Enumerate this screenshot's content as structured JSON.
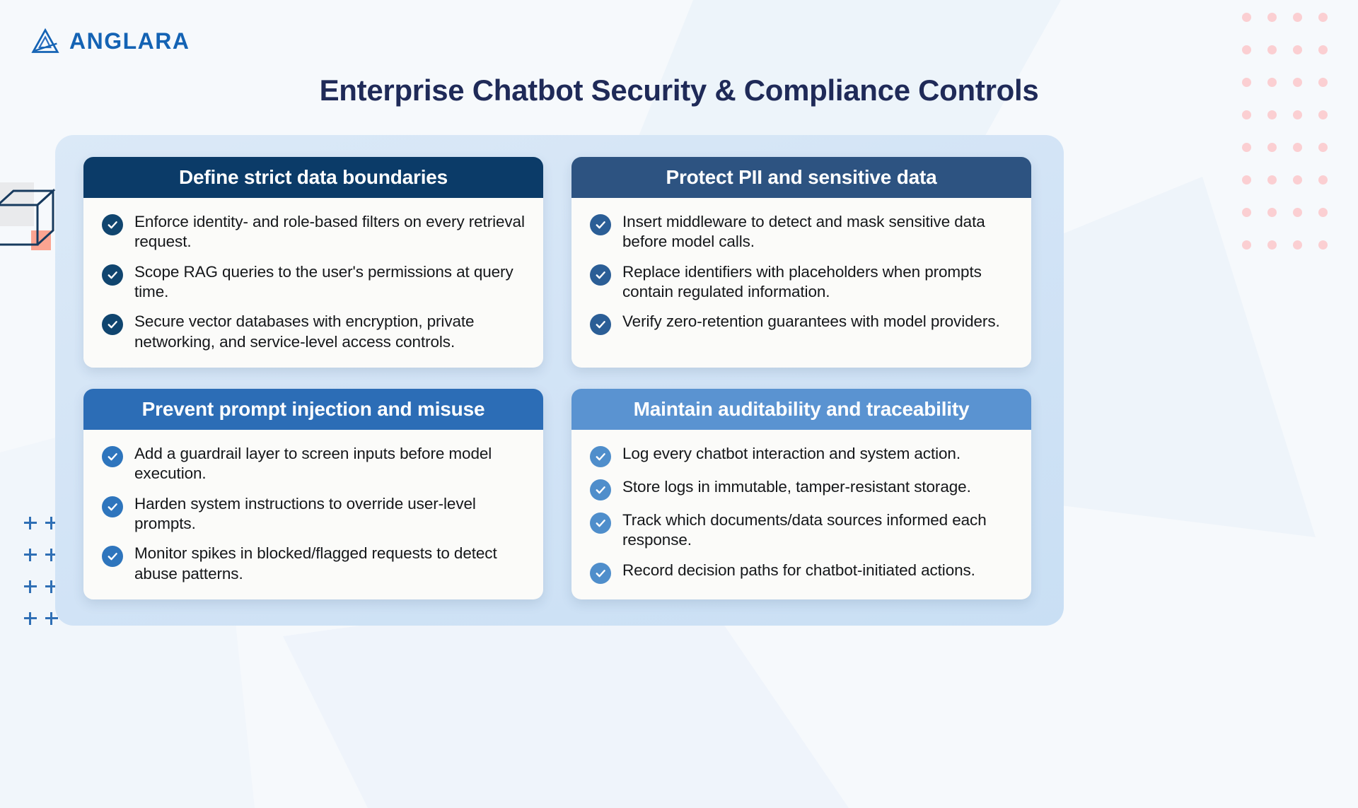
{
  "brand": {
    "name": "ANGLARA",
    "logo_icon": "anglara-triangle-logo",
    "color": "#1463b4"
  },
  "page_title": "Enterprise Chatbot Security & Compliance Controls",
  "title_color": "#1f2a58",
  "panel": {
    "background_from": "#dbe9f7",
    "background_to": "#c9dff4"
  },
  "decorations": {
    "dot_grid": {
      "icon": "dot-grid-decoration",
      "color": "#fbcfd2",
      "rows": 8,
      "cols": 4
    },
    "cube": {
      "icon": "wireframe-cube-decoration",
      "outline_color": "#173a5e",
      "square_color": "#e9eaec",
      "accent_color": "#fba491"
    },
    "plus_grid": {
      "icon": "plus-grid-decoration",
      "color": "#2f6fb5",
      "rows": 4,
      "cols": 2
    }
  },
  "cards": [
    {
      "title": "Define strict data boundaries",
      "header_color": "#0b3b68",
      "check_color": "#10456f",
      "items": [
        "Enforce identity- and role-based filters on every retrieval request.",
        "Scope RAG queries to the user's permissions at query time.",
        "Secure vector databases with encryption, private networking, and service-level access controls."
      ]
    },
    {
      "title": "Protect PII and sensitive data",
      "header_color": "#2d5381",
      "check_color": "#2b5e96",
      "items": [
        "Insert middleware to detect and mask sensitive data before model calls.",
        "Replace identifiers with placeholders when prompts contain regulated information.",
        "Verify zero-retention guarantees with model providers."
      ]
    },
    {
      "title": "Prevent prompt injection and misuse",
      "header_color": "#2c6db6",
      "check_color": "#2e75bd",
      "items": [
        "Add a guardrail layer to screen inputs before model execution.",
        "Harden system instructions to override user-level prompts.",
        "Monitor spikes in blocked/flagged requests to detect abuse patterns."
      ]
    },
    {
      "title": "Maintain auditability and traceability",
      "header_color": "#5a93d1",
      "check_color": "#4f8ecb",
      "items": [
        "Log every chatbot interaction and system action.",
        "Store logs in immutable, tamper-resistant storage.",
        "Track which documents/data sources informed each response.",
        "Record decision paths for chatbot-initiated actions."
      ]
    }
  ]
}
